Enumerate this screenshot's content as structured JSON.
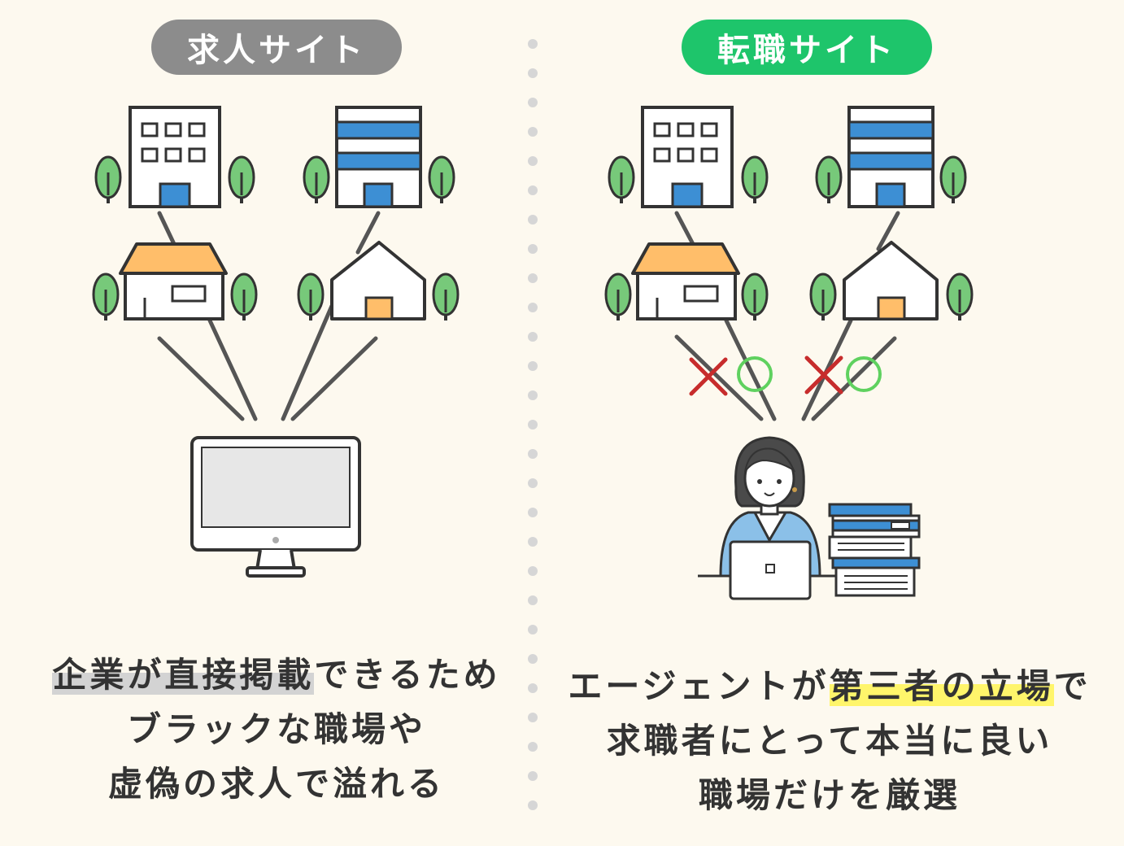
{
  "left_panel": {
    "label": "求人サイト",
    "caption": {
      "line1_highlight": "企業が直接掲載",
      "line1_rest": "できるため",
      "line2": "ブラックな職場や",
      "line3": "虚偽の求人で溢れる"
    }
  },
  "right_panel": {
    "label": "転職サイト",
    "caption": {
      "line1_pre": "エージェントが",
      "line1_highlight": "第三者の立場",
      "line1_post": "で",
      "line2": "求職者にとって本当に良い",
      "line3": "職場だけを厳選"
    }
  },
  "colors": {
    "background": "#fdf9ef",
    "left_pill": "#8c8c8c",
    "right_pill": "#1ec56b",
    "building_blue": "#3d8fd4",
    "roof_orange": "#ffbe6a",
    "tree_green": "#77c97a",
    "cross_red": "#c72c2c",
    "circle_green": "#5fd15f",
    "highlight_gray": "#d3d3d3",
    "highlight_yellow": "#fff56b",
    "divider": "#d6d6d6"
  }
}
